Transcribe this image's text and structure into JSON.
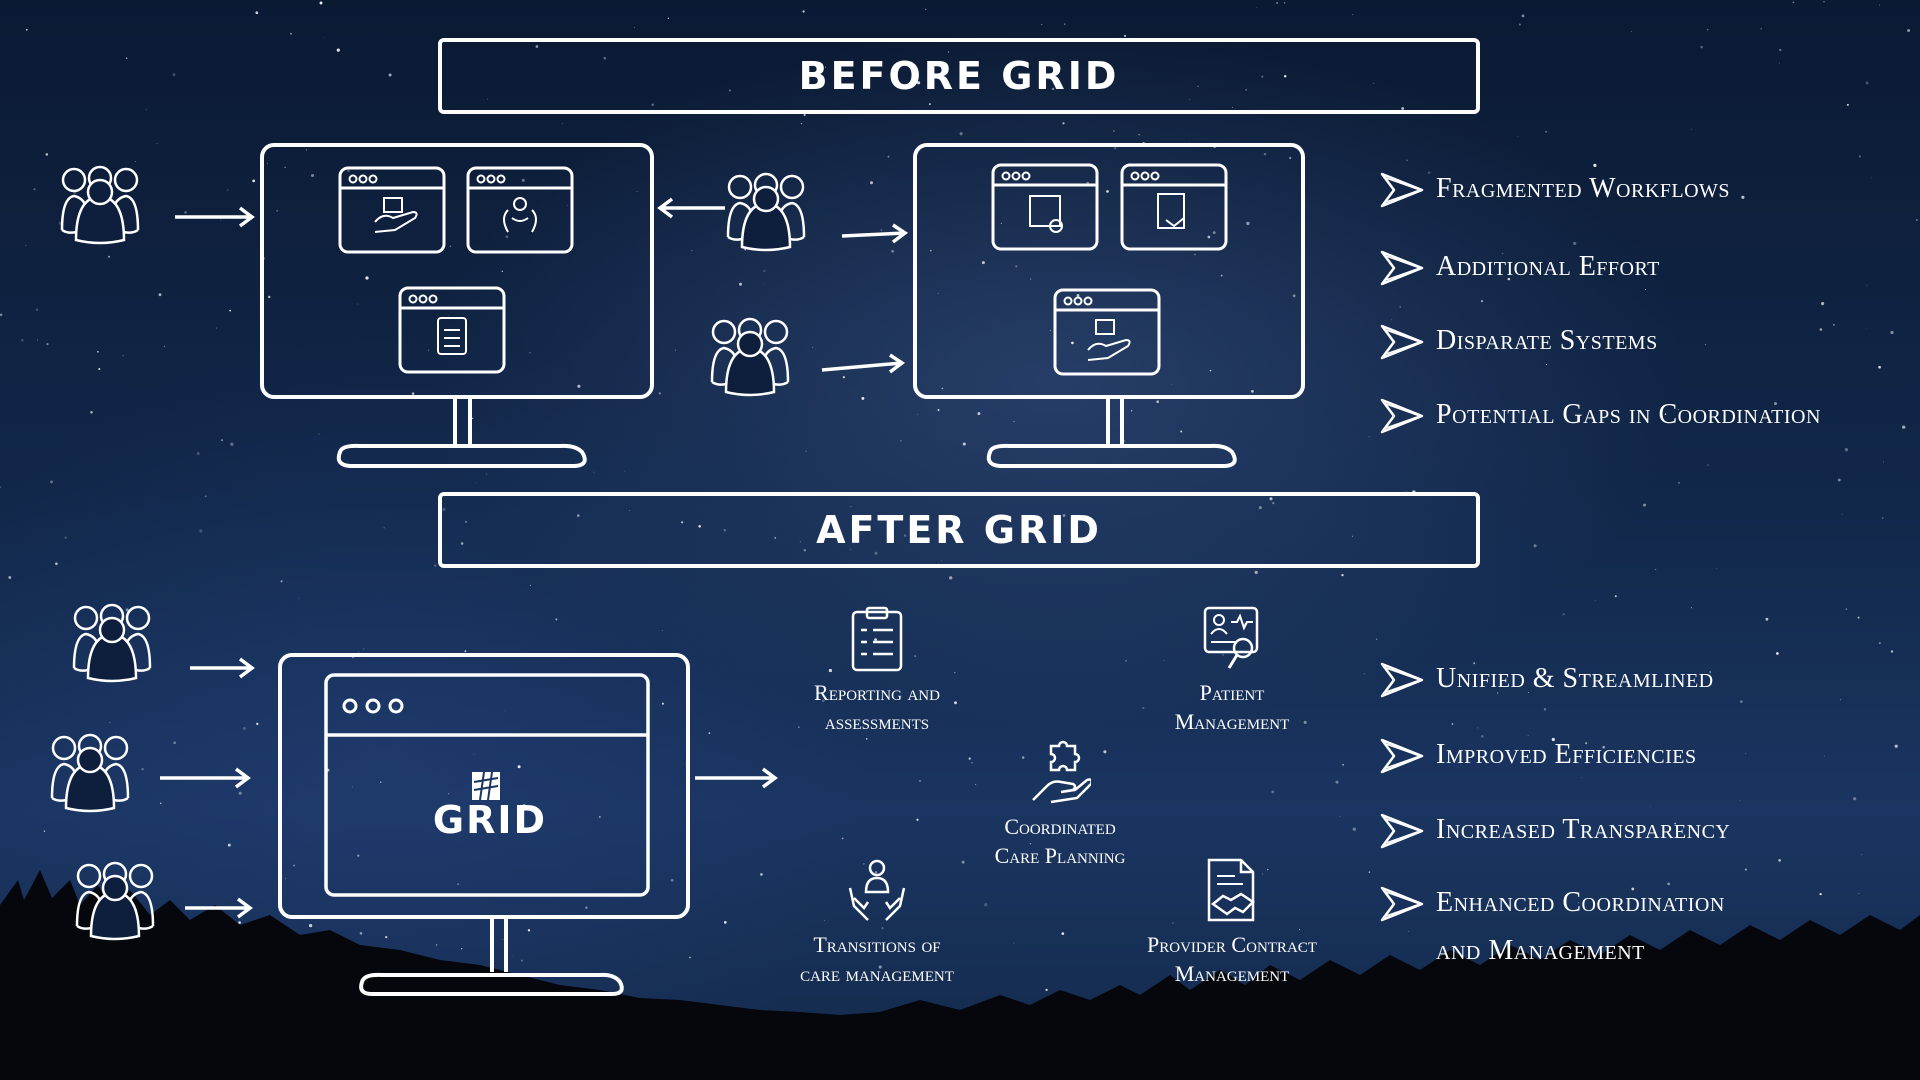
{
  "before": {
    "title": "BEFORE GRID",
    "benefits": [
      "Fragmented Workflows",
      "Additional Effort",
      "Disparate Systems",
      "Potential Gaps in Coordination"
    ]
  },
  "after": {
    "title": "AFTER GRID",
    "app_name": "GRID",
    "features": [
      {
        "line1": "Reporting and",
        "line2": "assessments",
        "icon": "clipboard-icon"
      },
      {
        "line1": "Patient",
        "line2": "Management",
        "icon": "patient-record-icon"
      },
      {
        "line1": "Coordinated",
        "line2": "Care Planning",
        "icon": "care-hand-puzzle-icon"
      },
      {
        "line1": "Transitions of",
        "line2": "care management",
        "icon": "hands-person-icon"
      },
      {
        "line1": "Provider Contract",
        "line2": "Management",
        "icon": "contract-handshake-icon"
      }
    ],
    "benefits": [
      "Unified & Streamlined",
      "Improved Efficiencies",
      "Increased Transparency",
      "Enhanced Coordination",
      "and Management"
    ]
  },
  "colors": {
    "line": "#ffffff",
    "sky_top": "#0b1a33",
    "sky_mid": "#1a3561",
    "trees": "#05070d"
  }
}
